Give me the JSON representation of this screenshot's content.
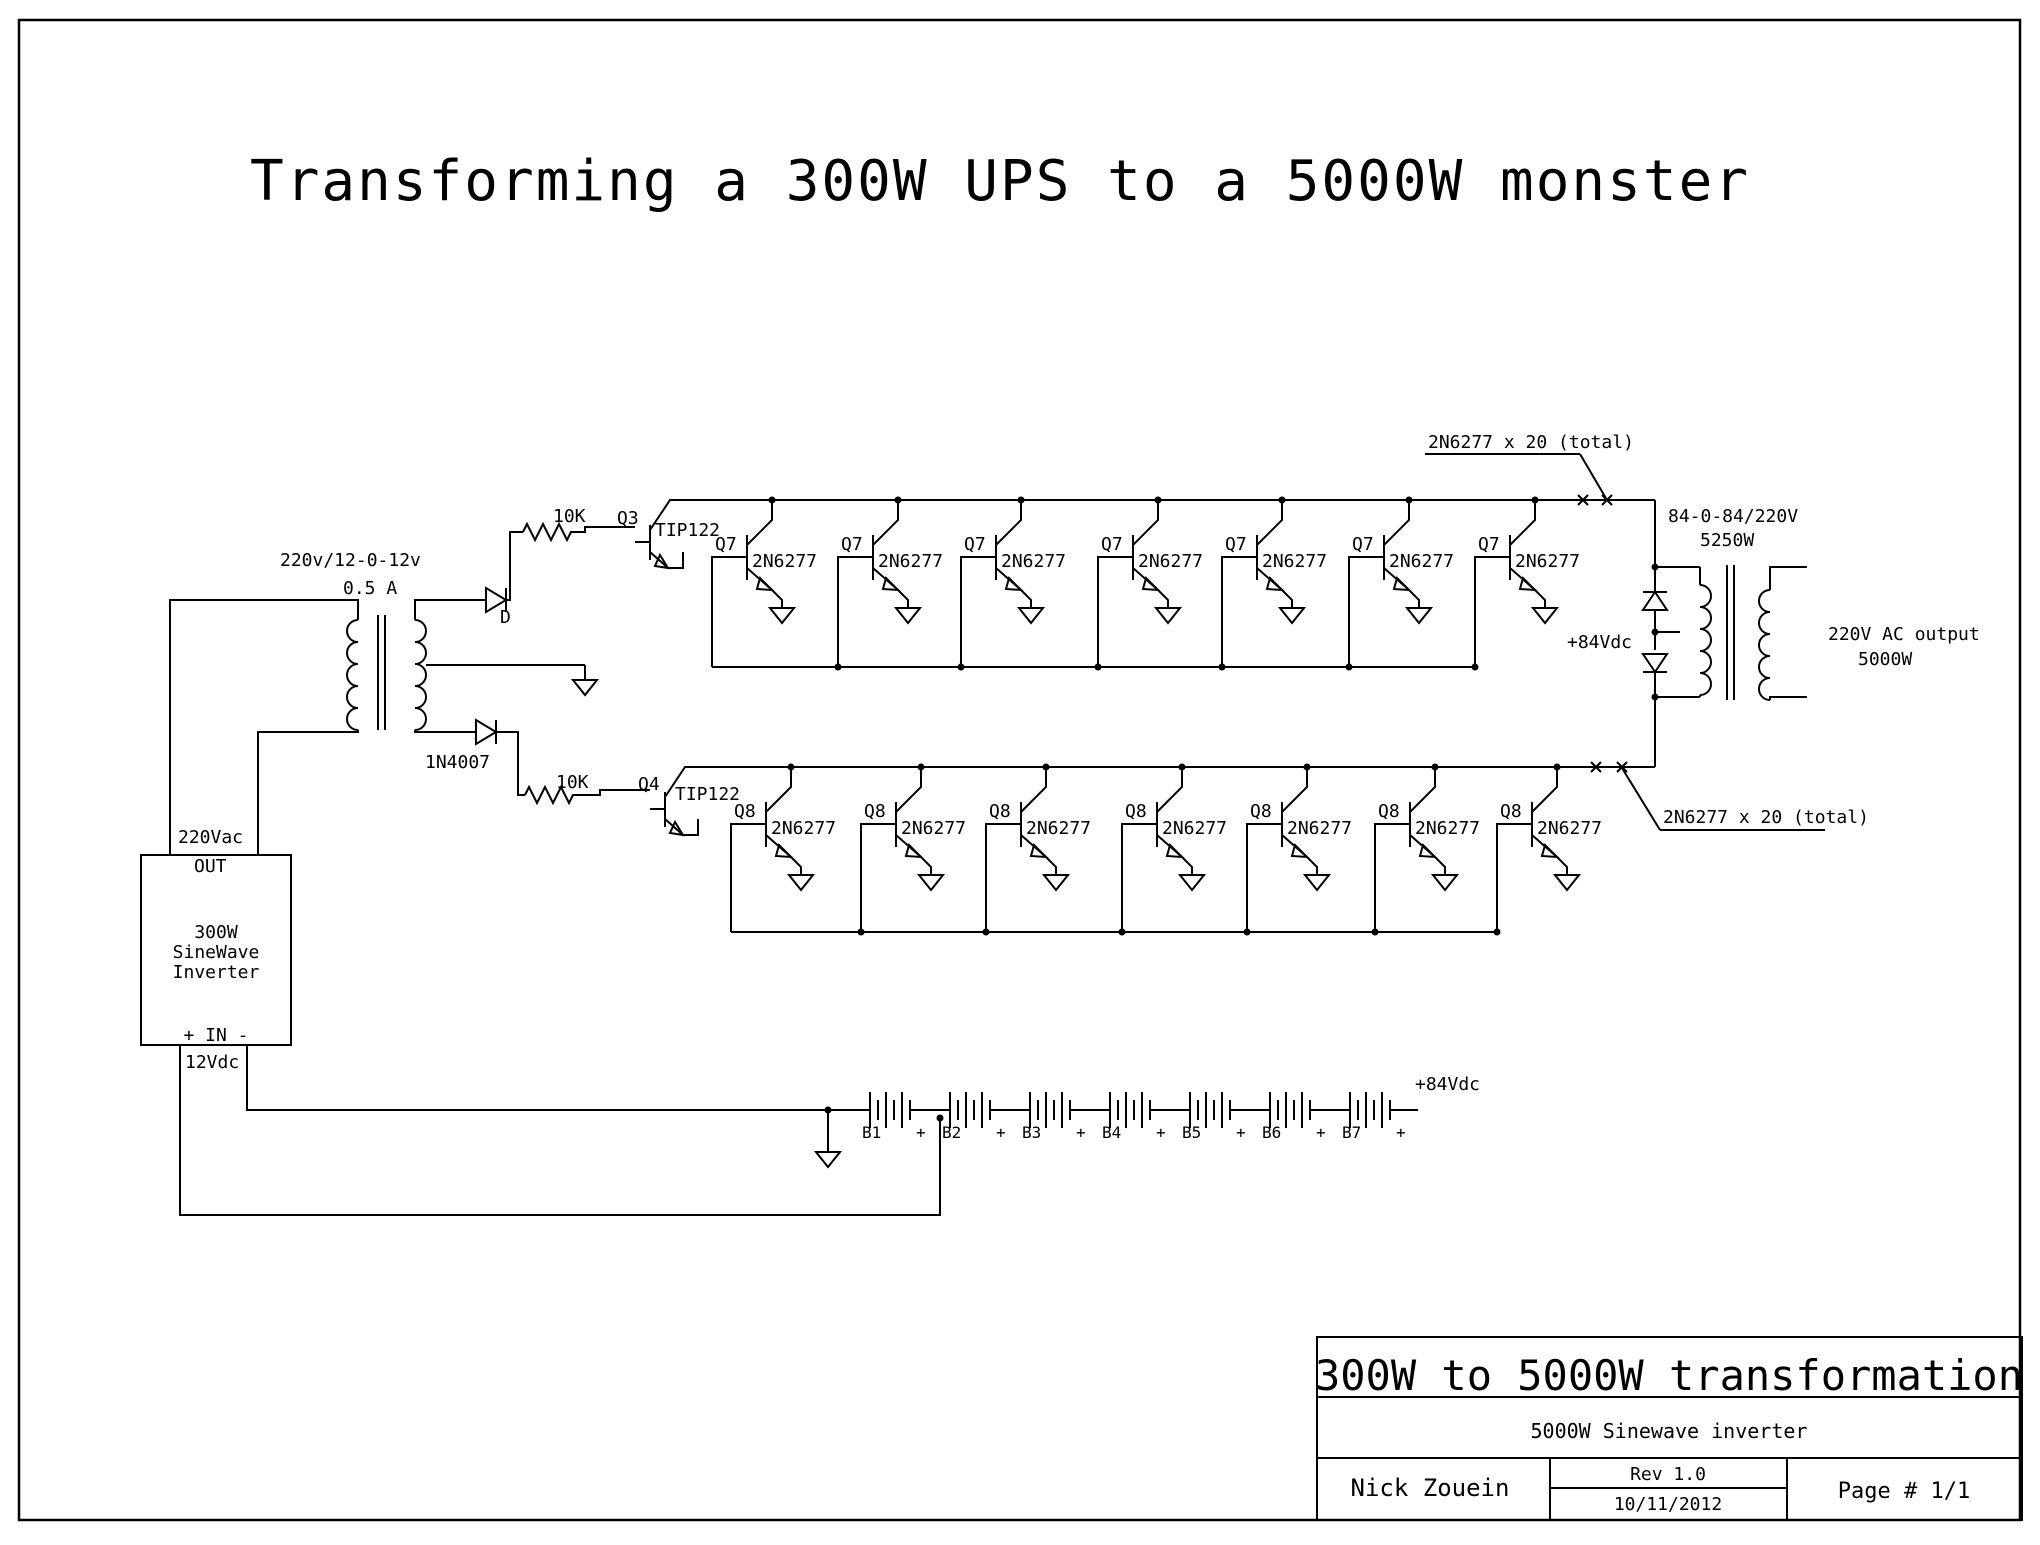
{
  "title": "Transforming a 300W UPS to a 5000W monster",
  "labels": {
    "transformer_in": "220v/12-0-12v",
    "transformer_in_current": "0.5 A",
    "diode_top": "D",
    "diode_bottom": "1N4007",
    "resistor_top": "10K",
    "resistor_bottom": "10K",
    "q3": "Q3",
    "q4": "Q4",
    "driver_top": "TIP122",
    "driver_bottom": "TIP122",
    "top_ref": "Q7",
    "bottom_ref": "Q8",
    "transistor_part": "2N6277",
    "count_note_top": "2N6277 x 20 (total)",
    "count_note_bottom": "2N6277 x 20 (total)",
    "transformer_out": "84-0-84/220V",
    "transformer_out_power": "5250W",
    "plus84_mid": "+84Vdc",
    "ac_output": "220V AC output",
    "ac_output_power": "5000W",
    "inverter_out_v": "220Vac",
    "inverter_out": "OUT",
    "inverter_l1": "300W",
    "inverter_l2": "SineWave",
    "inverter_l3": "Inverter",
    "inverter_in": "+  IN  -",
    "inverter_in_v": "12Vdc",
    "battery_plus": "+84Vdc",
    "plus_sign": "+"
  },
  "batteries": [
    "B1",
    "B2",
    "B3",
    "B4",
    "B5",
    "B6",
    "B7"
  ],
  "title_block": {
    "title": "300W to 5000W transformation",
    "subtitle": "5000W Sinewave inverter",
    "author": "Nick Zouein",
    "rev": "Rev 1.0",
    "date": "10/11/2012",
    "page": "Page # 1/1"
  }
}
